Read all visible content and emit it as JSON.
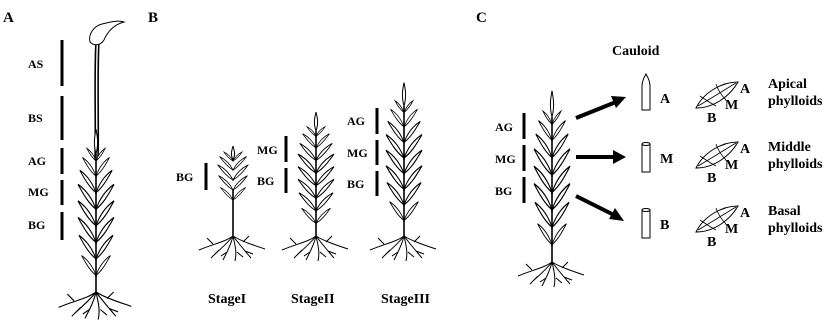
{
  "panels": {
    "a": "A",
    "b": "B",
    "c": "C"
  },
  "panel_a": {
    "zones": [
      "AS",
      "BS",
      "AG",
      "MG",
      "BG"
    ]
  },
  "panel_b": {
    "stage1": {
      "label": "StageI",
      "zones": [
        "BG"
      ]
    },
    "stage2": {
      "label": "StageII",
      "zones": [
        "MG",
        "BG"
      ]
    },
    "stage3": {
      "label": "StageIII",
      "zones": [
        "AG",
        "MG",
        "BG"
      ]
    }
  },
  "panel_c": {
    "zones": [
      "AG",
      "MG",
      "BG"
    ],
    "cauloid_title": "Cauloid",
    "cauloid_parts": [
      "A",
      "M",
      "B"
    ],
    "leaf_labels": [
      "A",
      "M",
      "B"
    ],
    "phylloids": [
      {
        "line1": "Apical",
        "line2": "phylloids"
      },
      {
        "line1": "Middle",
        "line2": "phylloids"
      },
      {
        "line1": "Basal",
        "line2": "phylloids"
      }
    ]
  }
}
